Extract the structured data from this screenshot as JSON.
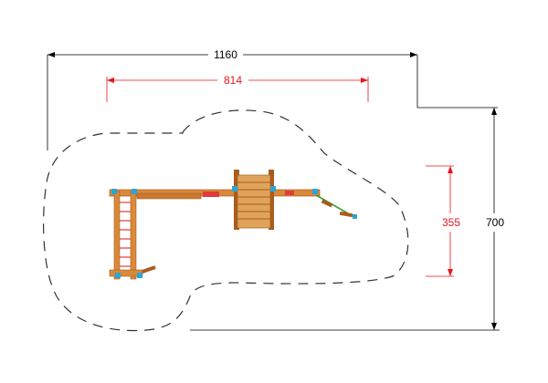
{
  "dimensions": {
    "overall_width": "1160",
    "equipment_length": "814",
    "equipment_width": "355",
    "overall_height": "700"
  },
  "colors": {
    "dimension_black": "#000000",
    "dimension_red": "#e8141c",
    "wood": "#d9893a",
    "wood_dark": "#a85c1e",
    "post_cap": "#2aa6d6",
    "rope_green": "#3d9a3a",
    "safety_zone": "#333333"
  }
}
